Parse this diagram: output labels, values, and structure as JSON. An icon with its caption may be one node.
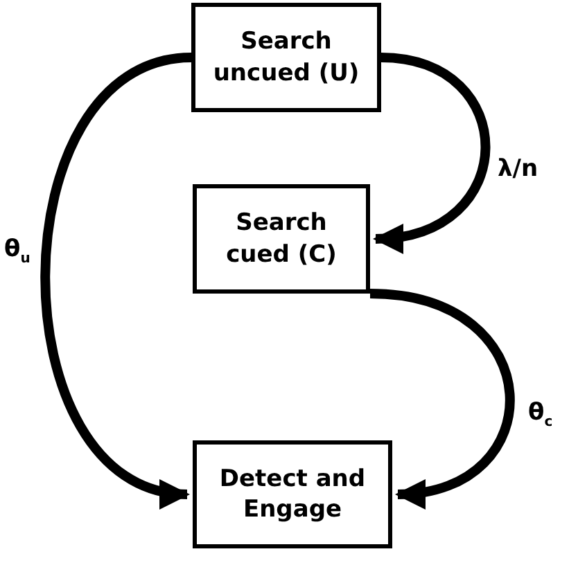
{
  "diagram": {
    "nodes": [
      {
        "text": [
          "Search uncued (U)"
        ]
      },
      {
        "text": [
          "Search cued (C)"
        ]
      },
      {
        "text": [
          "Detect and Engage"
        ]
      }
    ],
    "edges": [
      {
        "from": 0,
        "to": 2,
        "arrow": "to",
        "label": "θ$_{u}$"
      },
      {
        "from": 0,
        "to": 1,
        "arrow": "to",
        "label": "λ/n"
      },
      {
        "from": 1,
        "to": 2,
        "arrow": "to",
        "label": "θ$_{c}$"
      }
    ]
  }
}
